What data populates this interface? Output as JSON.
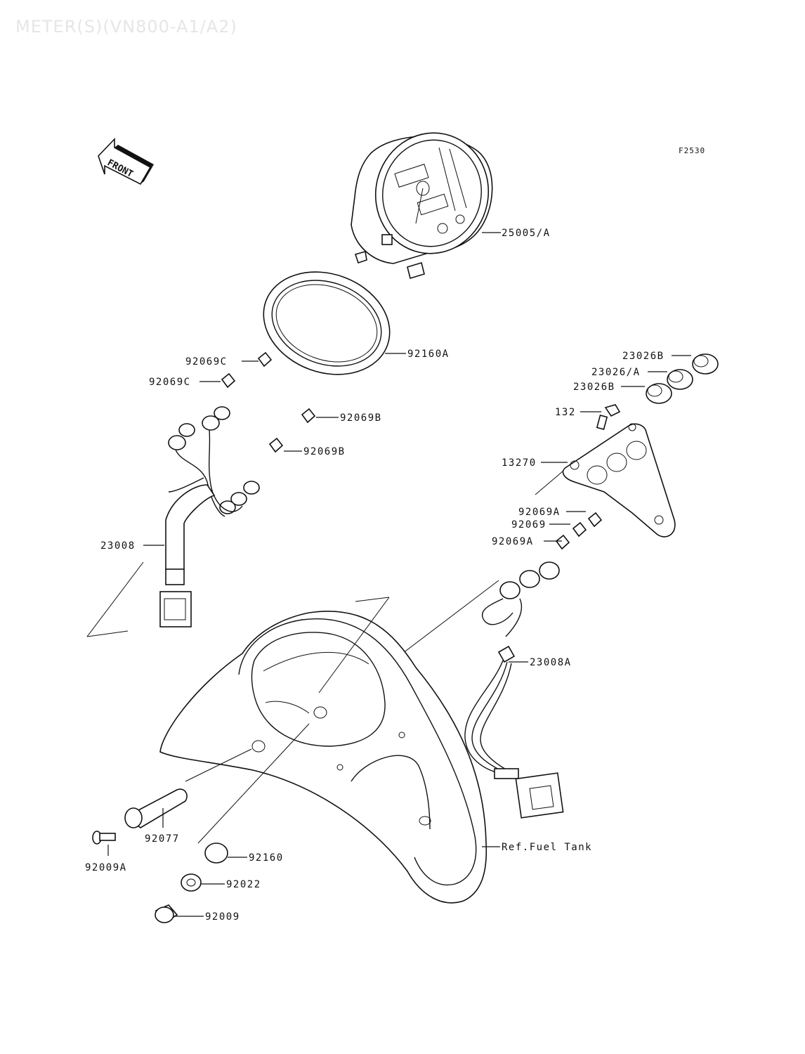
{
  "title": "METER(S)(VN800-A1/A2)",
  "figure_code": "F2530",
  "front_label": "FRONT",
  "parts": [
    "25005/A",
    "92160A",
    "92069C",
    "92069C",
    "92069B",
    "92069B",
    "23008",
    "23026B",
    "23026/A",
    "23026B",
    "132",
    "13270",
    "92069A",
    "92069",
    "92069A",
    "23008A",
    "Ref.Fuel Tank",
    "92077",
    "92009A",
    "92160",
    "92022",
    "92009"
  ]
}
